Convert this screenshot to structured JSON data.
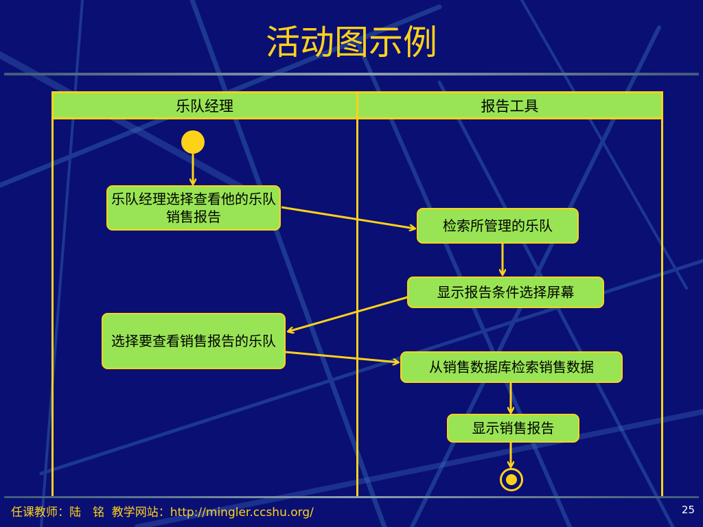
{
  "slide": {
    "title": "活动图示例",
    "footer": "任课教师：陆　铭  教学网站：http://mingler.ccshu.org/",
    "page_number": "25"
  },
  "diagram": {
    "lanes": [
      {
        "label": "乐队经理"
      },
      {
        "label": "报告工具"
      }
    ],
    "activities": [
      {
        "id": "a1",
        "lane": 0,
        "label": "乐队经理选择查看他的乐队销售报告"
      },
      {
        "id": "a2",
        "lane": 1,
        "label": "检索所管理的乐队"
      },
      {
        "id": "a3",
        "lane": 1,
        "label": "显示报告条件选择屏幕"
      },
      {
        "id": "a4",
        "lane": 0,
        "label": "选择要查看销售报告的乐队"
      },
      {
        "id": "a5",
        "lane": 1,
        "label": "从销售数据库检索销售数据"
      },
      {
        "id": "a6",
        "lane": 1,
        "label": "显示销售报告"
      }
    ],
    "flows": [
      [
        "start",
        "a1"
      ],
      [
        "a1",
        "a2"
      ],
      [
        "a2",
        "a3"
      ],
      [
        "a3",
        "a4"
      ],
      [
        "a4",
        "a5"
      ],
      [
        "a5",
        "a6"
      ],
      [
        "a6",
        "end"
      ]
    ]
  },
  "colors": {
    "background": "#0a0f73",
    "accent": "#ffd21a",
    "node_fill": "#99e455",
    "text": "#000000"
  }
}
